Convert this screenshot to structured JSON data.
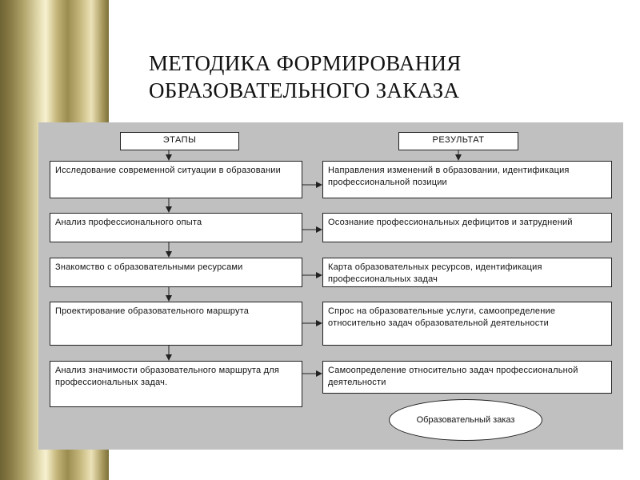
{
  "slide": {
    "title_line1": "МЕТОДИКА ФОРМИРОВАНИЯ",
    "title_line2": "ОБРАЗОВАТЕЛЬНОГО ЗАКАЗА"
  },
  "diagram": {
    "header_stages": "ЭТАПЫ",
    "header_result": "РЕЗУЛЬТАТ",
    "stages": [
      "Исследование современной ситуации в образовании",
      "Анализ профессионального опыта",
      "Знакомство с образовательными ресурсами",
      "Проектирование образовательного маршрута",
      "Анализ значимости образовательного маршрута для профессиональных задач."
    ],
    "results": [
      "Направления изменений в образовании, идентификация профессиональной позиции",
      "Осознание профессиональных дефицитов и затруднений",
      "Карта образовательных ресурсов, идентификация профессиональных задач",
      "Спрос на образовательные услуги, самоопределение относительно задач образовательной деятельности",
      "Самоопределение относительно задач профессиональной деятельности"
    ],
    "final": "Образовательный заказ"
  }
}
